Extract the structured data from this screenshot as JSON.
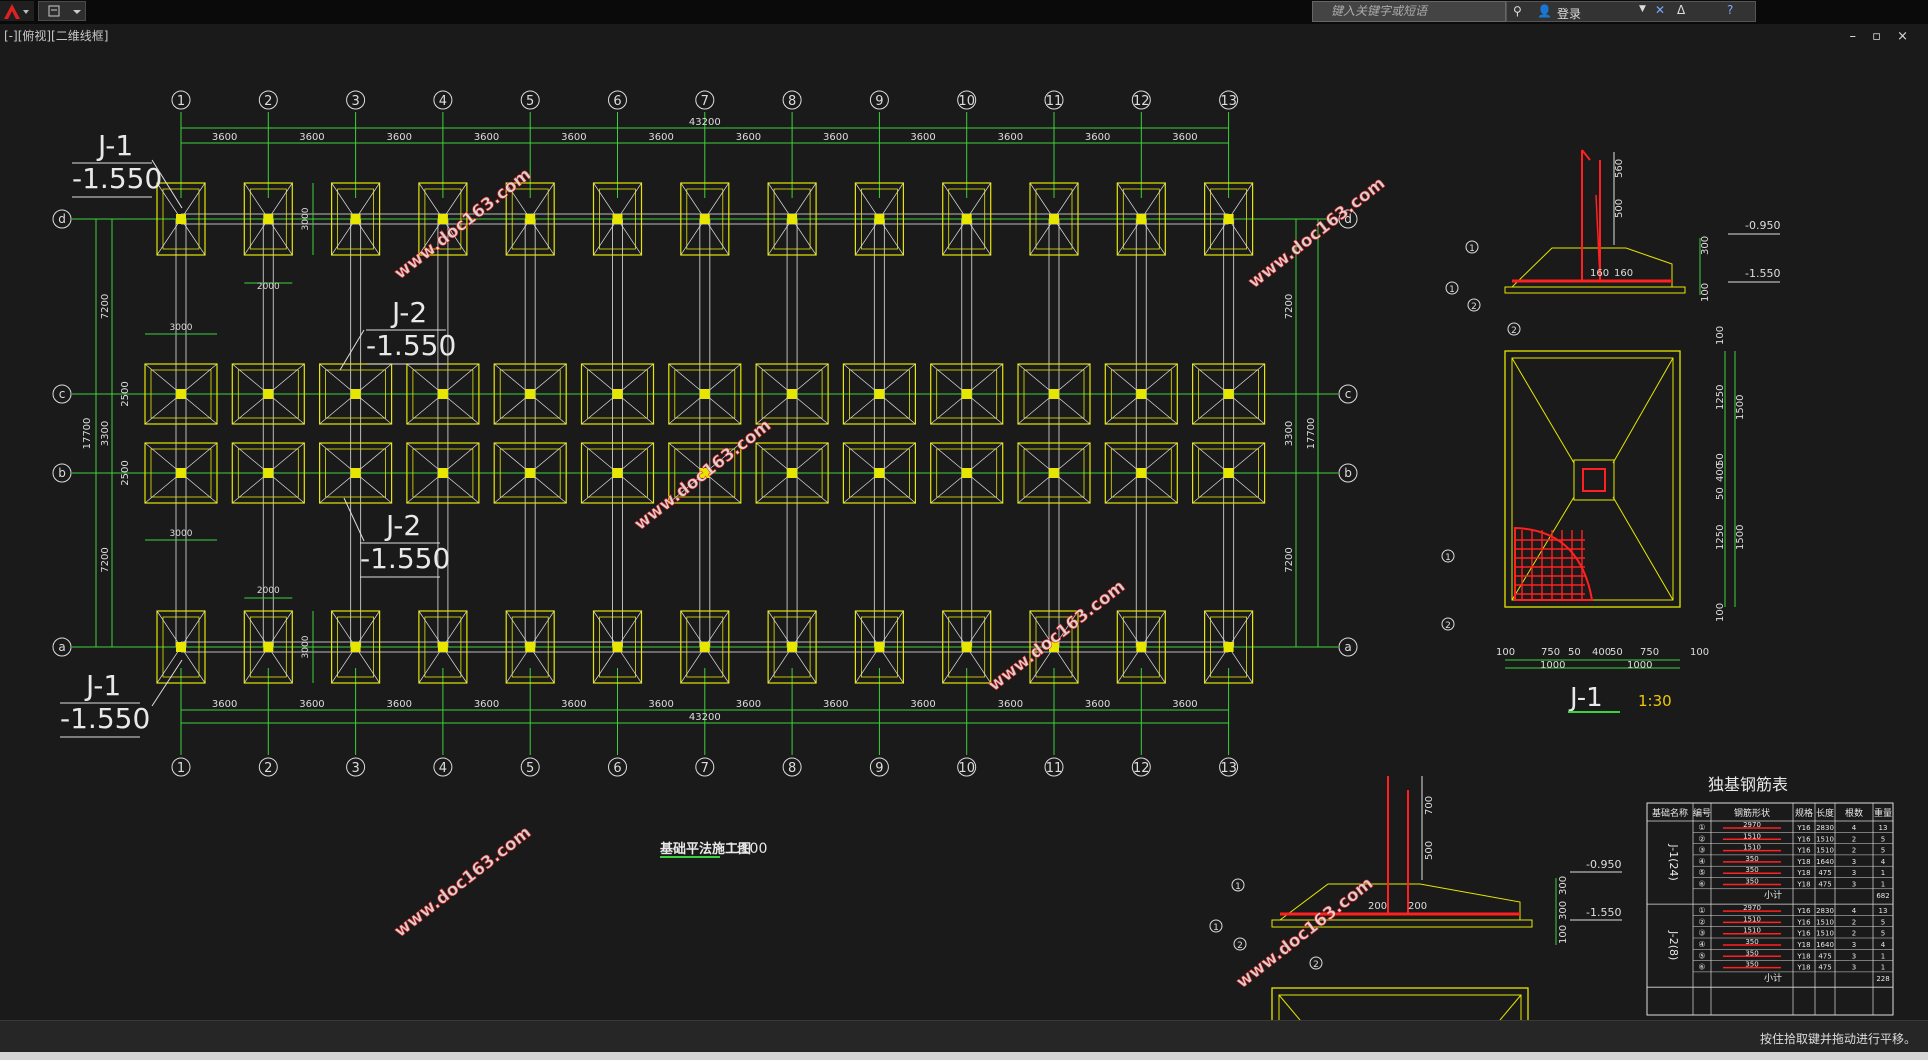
{
  "app": {
    "search_placeholder": "键入关键字或短语",
    "login_label": "登录",
    "viewport_label": "[-][俯视][二维线框]",
    "status_text": "按住拾取键并拖动进行平移。",
    "window_controls": "– ▫ ×"
  },
  "plan": {
    "title": "基础平法施工图",
    "scale": "1:100",
    "axes_numbers": [
      "1",
      "2",
      "3",
      "4",
      "5",
      "6",
      "7",
      "8",
      "9",
      "10",
      "11",
      "12",
      "13"
    ],
    "axes_letters": [
      "d",
      "c",
      "b",
      "a"
    ],
    "bay_dim": "3600",
    "total_dim": "43200",
    "dims_left": [
      "7200",
      "2500",
      "3300",
      "2500",
      "7200"
    ],
    "total_v": "17700",
    "dims_right": [
      "7200",
      "3300",
      "7200"
    ],
    "small_dims": {
      "w3000": "3000",
      "w2000": "2000",
      "h3000": "3000"
    },
    "labels": [
      {
        "name": "J-1",
        "elev": "-1.550"
      },
      {
        "name": "J-2",
        "elev": "-1.550"
      },
      {
        "name": "J-2",
        "elev": "-1.550"
      },
      {
        "name": "J-1",
        "elev": "-1.550"
      }
    ]
  },
  "watermark": "www.doc163.com",
  "detail_j1": {
    "title": "J-1",
    "scale": "1:30",
    "elevs": [
      "-0.950",
      "-1.550"
    ],
    "dims_section": [
      "560",
      "500",
      "300",
      "100",
      "160",
      "160"
    ],
    "dims_plan_h": [
      "100",
      "750",
      "50",
      "400",
      "50",
      "750",
      "100"
    ],
    "dims_plan_h2": [
      "1000",
      "1000"
    ],
    "dims_plan_v": [
      "100",
      "1250",
      "50",
      "400",
      "50",
      "1250",
      "100"
    ],
    "dims_plan_v2": [
      "1500",
      "1500"
    ]
  },
  "detail_j2": {
    "elevs": [
      "-0.950",
      "-1.550"
    ],
    "dims": [
      "700",
      "500",
      "300",
      "300",
      "100",
      "200",
      "200"
    ]
  },
  "rebar_table": {
    "title": "独基钢筋表",
    "headers": [
      "基础名称",
      "编号",
      "钢筋形状",
      "规格",
      "长度",
      "根数",
      "重量"
    ],
    "groups": [
      {
        "name": "J-1(24)",
        "rows": [
          [
            "①",
            "2970",
            "Υ16",
            "2830",
            "4",
            "13"
          ],
          [
            "②",
            "1510",
            "Υ16",
            "1510",
            "2",
            "5"
          ],
          [
            "③",
            "1510",
            "Υ16",
            "1510",
            "2",
            "5"
          ],
          [
            "④",
            "350",
            "Υ18",
            "1640",
            "3",
            "4"
          ],
          [
            "⑤",
            "350",
            "Υ18",
            "475",
            "3",
            "1"
          ],
          [
            "⑥",
            "350",
            "Υ18",
            "475",
            "3",
            "1"
          ]
        ],
        "subtotal_label": "小计",
        "subtotal": "682"
      },
      {
        "name": "J-2(8)",
        "rows": [
          [
            "①",
            "2970",
            "Υ16",
            "2830",
            "4",
            "13"
          ],
          [
            "②",
            "1510",
            "Υ16",
            "1510",
            "2",
            "5"
          ],
          [
            "③",
            "1510",
            "Υ16",
            "1510",
            "2",
            "5"
          ],
          [
            "④",
            "350",
            "Υ18",
            "1640",
            "3",
            "4"
          ],
          [
            "⑤",
            "350",
            "Υ18",
            "475",
            "3",
            "1"
          ],
          [
            "⑥",
            "350",
            "Υ18",
            "475",
            "3",
            "1"
          ]
        ],
        "subtotal_label": "小计",
        "subtotal": "228"
      }
    ]
  },
  "colors": {
    "yellow": "#e6e600",
    "green": "#3cd23c",
    "white": "#e8e8e8",
    "red": "#ff2020",
    "bg": "#1a1a1a",
    "accent": "#f0c800"
  }
}
